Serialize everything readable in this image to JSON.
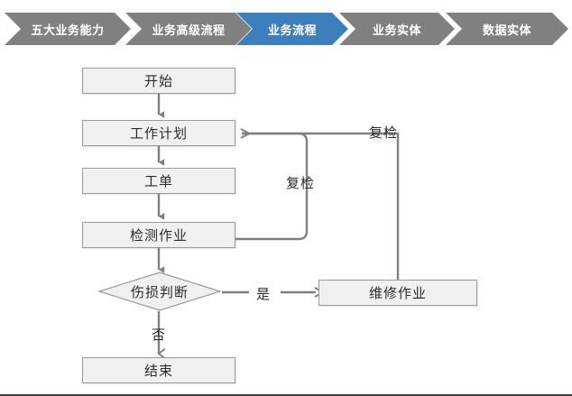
{
  "breadcrumb": {
    "name": "business-process-breadcrumb",
    "active_index": 2,
    "colors": {
      "grey": "#808080",
      "blue": "#3d7ebc",
      "text": "#ffffff"
    },
    "steps": [
      {
        "label": "五大业务能力",
        "state": "inactive"
      },
      {
        "label": "业务高级流程",
        "state": "inactive"
      },
      {
        "label": "业务流程",
        "state": "active"
      },
      {
        "label": "业务实体",
        "state": "inactive"
      },
      {
        "label": "数据实体",
        "state": "inactive"
      }
    ]
  },
  "flowchart": {
    "type": "flowchart",
    "title": "业务流程",
    "colors": {
      "node_fill": "#f0f0f0",
      "node_border": "#9a9a9a",
      "connector": "#808080",
      "text": "#2b2b2b"
    },
    "nodes": [
      {
        "id": "start",
        "label": "开始",
        "shape": "rect"
      },
      {
        "id": "work_plan",
        "label": "工作计划",
        "shape": "rect"
      },
      {
        "id": "work_order",
        "label": "工单",
        "shape": "rect"
      },
      {
        "id": "inspect",
        "label": "检测作业",
        "shape": "rect"
      },
      {
        "id": "decision",
        "label": "伤损判断",
        "shape": "diamond"
      },
      {
        "id": "repair",
        "label": "维修作业",
        "shape": "rect"
      },
      {
        "id": "end",
        "label": "结束",
        "shape": "rect"
      }
    ],
    "edges": [
      {
        "from": "start",
        "to": "work_plan",
        "label": ""
      },
      {
        "from": "work_plan",
        "to": "work_order",
        "label": ""
      },
      {
        "from": "work_order",
        "to": "inspect",
        "label": ""
      },
      {
        "from": "inspect",
        "to": "decision",
        "label": ""
      },
      {
        "from": "decision",
        "to": "repair",
        "label": "是"
      },
      {
        "from": "decision",
        "to": "end",
        "label": "否"
      },
      {
        "from": "inspect",
        "to": "work_plan",
        "label": "复检"
      },
      {
        "from": "repair",
        "to": "work_plan",
        "label": "复检"
      }
    ],
    "edge_labels": {
      "yes": "是",
      "no": "否",
      "recheck_inner": "复检",
      "recheck_outer": "复检"
    }
  }
}
